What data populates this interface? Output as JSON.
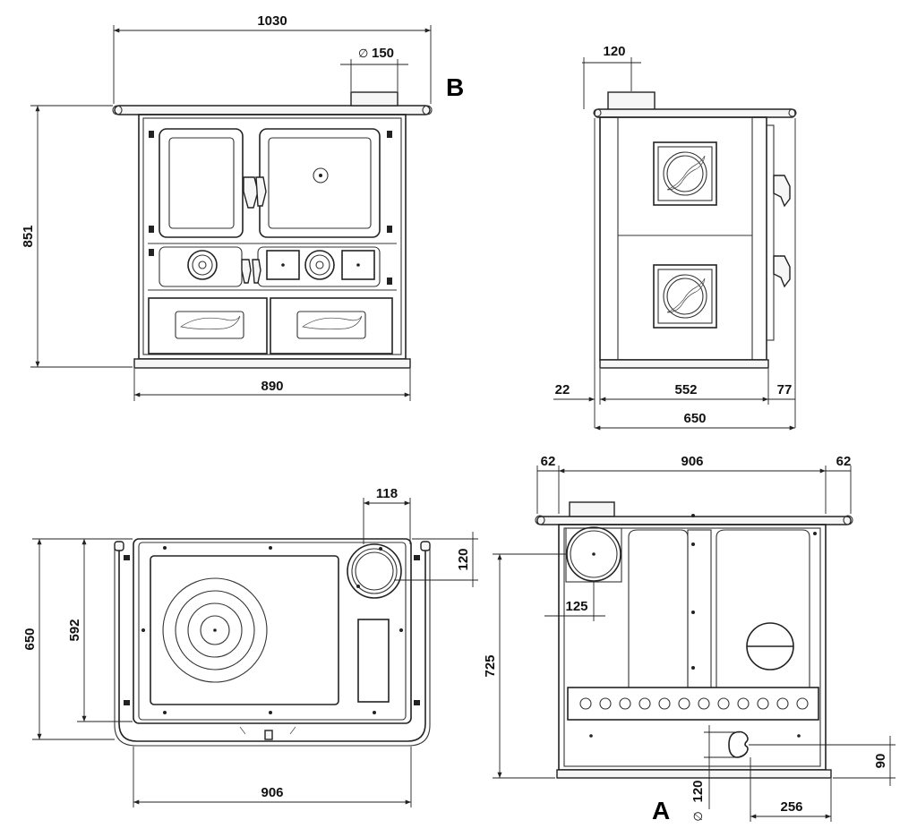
{
  "views": {
    "front": {
      "dimensions": {
        "width_top": "1030",
        "flue_diameter_symbol": "∅",
        "flue_diameter": "150",
        "height": "851",
        "width_base": "890"
      },
      "flue_label": "B"
    },
    "side": {
      "dimensions": {
        "flue_offset": "120",
        "left_offset": "22",
        "body_depth": "552",
        "right_offset": "77",
        "total_depth": "650"
      }
    },
    "top": {
      "dimensions": {
        "flue_width": "118",
        "flue_depth": "120",
        "depth": "650",
        "inner_depth": "592",
        "width": "906"
      }
    },
    "rear": {
      "dimensions": {
        "left_overhang": "62",
        "width": "906",
        "right_overhang": "62",
        "flue_height_offset": "125",
        "flue_height": "725",
        "air_inlet_diameter_symbol": "∅",
        "air_inlet_diameter": "120",
        "air_inlet_height": "90",
        "air_inlet_offset": "256"
      },
      "air_inlet_label": "A"
    }
  }
}
